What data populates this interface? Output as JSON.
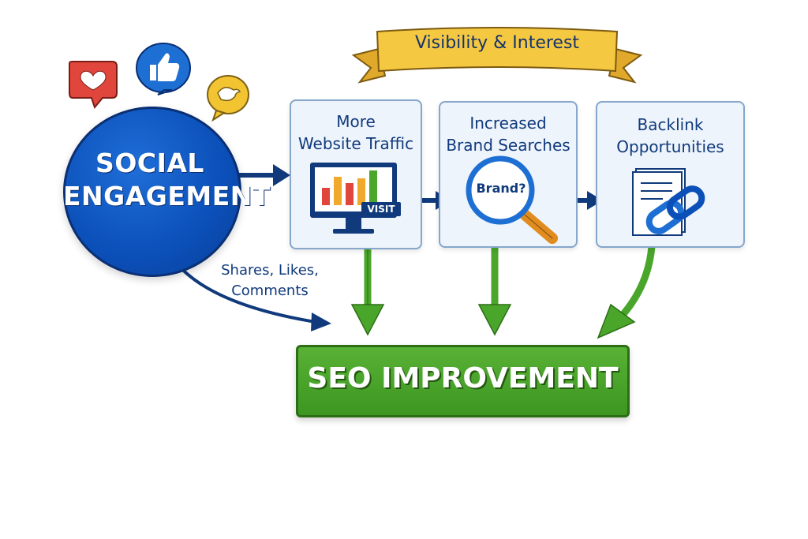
{
  "social": {
    "line1": "SOCIAL",
    "line2": "ENGAGEMENT",
    "interactions_line1": "Shares, Likes,",
    "interactions_line2": "Comments"
  },
  "banner": {
    "label": "Visibility & Interest"
  },
  "cards": [
    {
      "line1": "More",
      "line2": "Website Traffic",
      "badge": "VISIT"
    },
    {
      "line1": "Increased",
      "line2": "Brand Searches",
      "magnifier_text": "Brand?"
    },
    {
      "line1": "Backlink",
      "line2": "Opportunities"
    }
  ],
  "result": {
    "label": "SEO IMPROVEMENT"
  },
  "icons": {
    "reactions": [
      "heart-icon",
      "thumbs-up-icon",
      "bird-icon"
    ],
    "card_icons": [
      "monitor-chart-icon",
      "magnifier-icon",
      "chain-link-document-icon"
    ]
  },
  "colors": {
    "social_blue": "#0b4fb8",
    "navy": "#103a7c",
    "green": "#4aa62b",
    "banner_yellow": "#f5c842",
    "card_bg": "#eef4fb"
  }
}
